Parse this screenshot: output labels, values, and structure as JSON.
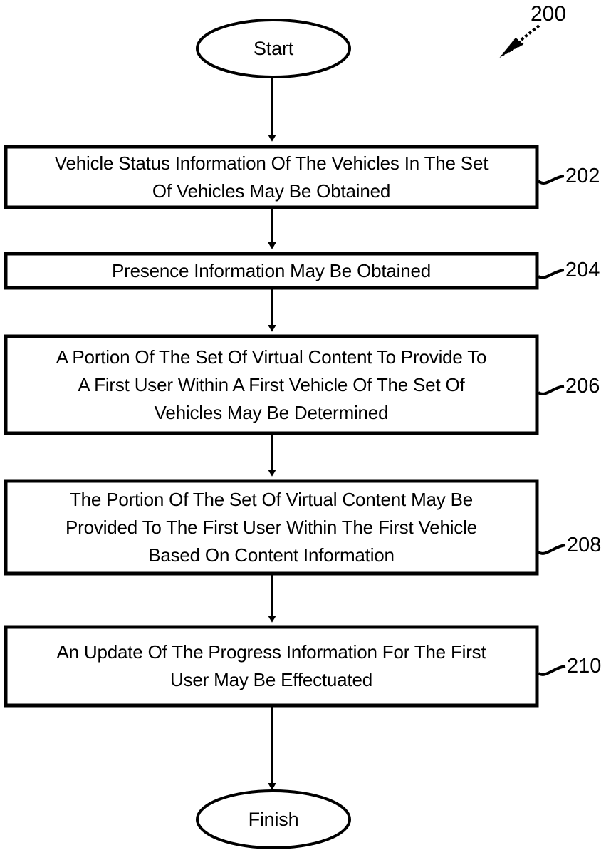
{
  "figure": {
    "number": "200",
    "pointer_icon": "diagonal-arrow-icon"
  },
  "diagram": {
    "type": "flowchart",
    "orientation": "top-to-bottom",
    "nodes": [
      {
        "id": "start",
        "shape": "ellipse",
        "label": "Start",
        "ref": ""
      },
      {
        "id": "step-202",
        "shape": "rectangle",
        "label": "Vehicle Status Information Of The Vehicles In The Set\nOf Vehicles May Be Obtained",
        "ref": "202"
      },
      {
        "id": "step-204",
        "shape": "rectangle",
        "label": "Presence Information May Be Obtained",
        "ref": "204"
      },
      {
        "id": "step-206",
        "shape": "rectangle",
        "label": "A Portion Of The Set Of Virtual Content To Provide To\nA First User Within A First Vehicle Of The Set Of\nVehicles May Be Determined",
        "ref": "206"
      },
      {
        "id": "step-208",
        "shape": "rectangle",
        "label": "The Portion Of The Set Of Virtual Content May Be\nProvided To The First User Within The First Vehicle\nBased On Content Information",
        "ref": "208"
      },
      {
        "id": "step-210",
        "shape": "rectangle",
        "label": "An Update Of The Progress Information For The First\nUser May Be Effectuated",
        "ref": "210"
      },
      {
        "id": "finish",
        "shape": "ellipse",
        "label": "Finish",
        "ref": ""
      }
    ],
    "edges": [
      {
        "from": "start",
        "to": "step-202",
        "arrow": "down-arrow-icon"
      },
      {
        "from": "step-202",
        "to": "step-204",
        "arrow": "down-arrow-icon"
      },
      {
        "from": "step-204",
        "to": "step-206",
        "arrow": "down-arrow-icon"
      },
      {
        "from": "step-206",
        "to": "step-208",
        "arrow": "down-arrow-icon"
      },
      {
        "from": "step-208",
        "to": "step-210",
        "arrow": "down-arrow-icon"
      },
      {
        "from": "step-210",
        "to": "finish",
        "arrow": "down-arrow-icon"
      }
    ],
    "colors": {
      "stroke": "#000000",
      "fill": "#ffffff",
      "text": "#000000"
    }
  }
}
